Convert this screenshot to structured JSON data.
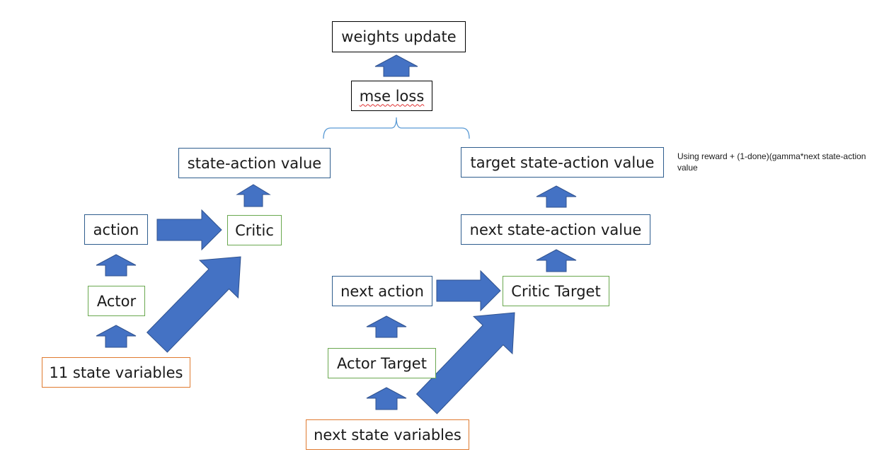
{
  "colors": {
    "arrow_fill": "#4472c4",
    "arrow_stroke": "#2f528f",
    "border_black": "#000000",
    "border_blue": "#2e5d8e",
    "border_green": "#6aa84f",
    "border_orange": "#e07a2f",
    "bracket": "#5b9bd5"
  },
  "boxes": {
    "weights_update": "weights update",
    "mse_loss": "mse loss",
    "state_action_value": "state-action value",
    "target_state_action_value": "target state-action value",
    "action": "action",
    "critic": "Critic",
    "next_state_action_value": "next state-action value",
    "actor": "Actor",
    "next_action": "next action",
    "critic_target": "Critic Target",
    "state_variables": "11 state variables",
    "actor_target": "Actor Target",
    "next_state_variables": "next state variables"
  },
  "note": "Using reward + (1-done)(gamma*next state-action value"
}
